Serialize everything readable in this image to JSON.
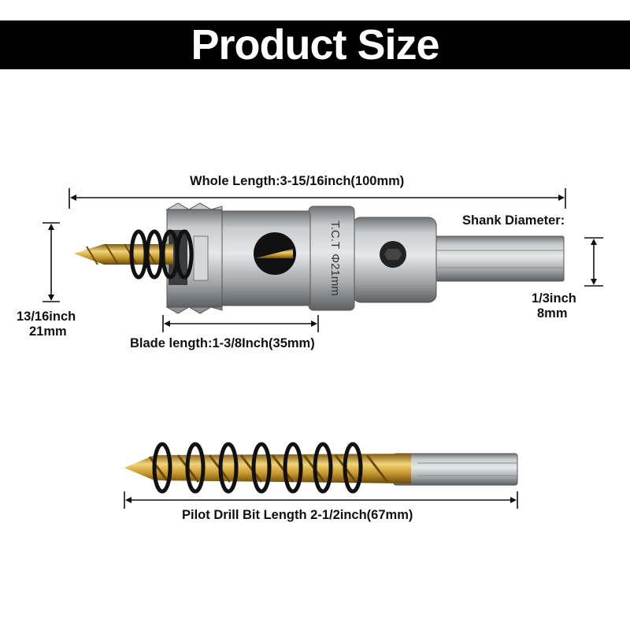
{
  "title": "Product Size",
  "labels": {
    "whole_length": "Whole Length:3-15/16inch(100mm)",
    "shank_diameter": "Shank Diameter:",
    "shank_inch": "1/3inch",
    "shank_mm": "8mm",
    "diameter_inch": "13/16inch",
    "diameter_mm": "21mm",
    "blade_length": "Blade length:1-3/8Inch(35mm)",
    "pilot_length": "Pilot Drill Bit Length 2-1/2inch(67mm)"
  },
  "engraving": {
    "brand": "T.C.T",
    "size": "Φ21mm"
  },
  "colors": {
    "banner": "#000000",
    "banner_text": "#ffffff",
    "steel": "#a9abac",
    "gold": "#c9a23a",
    "spring": "#111111"
  }
}
